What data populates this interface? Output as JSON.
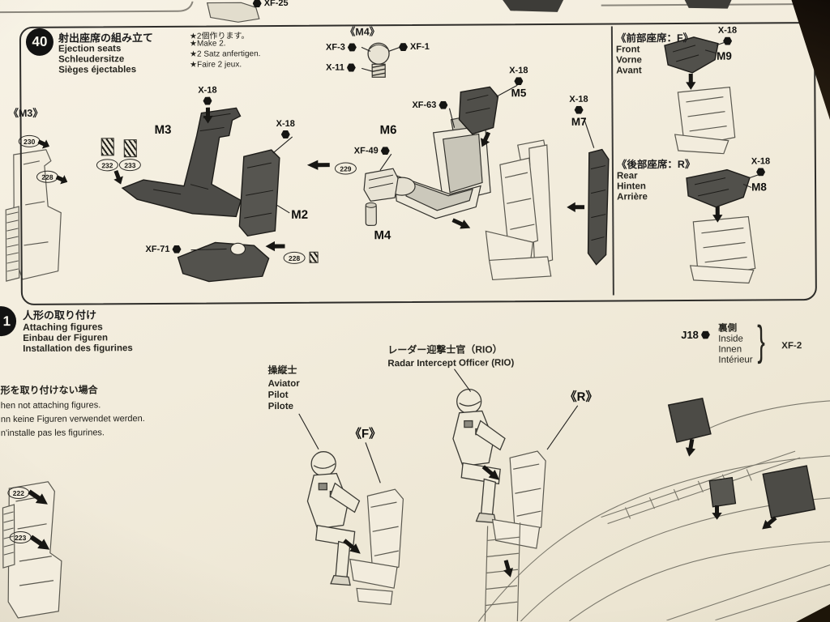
{
  "top_strip": {
    "xf25": "XF-25"
  },
  "step40": {
    "badge": "40",
    "titles": {
      "ja": "射出座席の組み立て",
      "en": "Ejection seats",
      "de": "Schleudersitze",
      "fr": "Sièges éjectables"
    },
    "notes": {
      "ja": "★2個作ります。",
      "en": "★Make 2.",
      "de": "★2 Satz anfertigen.",
      "fr": "★Faire 2 jeux."
    },
    "m4_heading": "《M4》",
    "m3_heading": "《M3》",
    "paints": {
      "xf3": "XF-3",
      "xf1": "XF-1",
      "x11": "X-11",
      "x18_a": "X-18",
      "x18_b": "X-18",
      "xf71": "XF-71",
      "xf63": "XF-63",
      "xf49": "XF-49",
      "x18_m5": "X-18",
      "x18_m7": "X-18"
    },
    "parts": {
      "m3": "M3",
      "m2": "M2",
      "m4": "M4",
      "m5": "M5",
      "m6": "M6",
      "m7": "M7"
    },
    "decals": {
      "d230": "230",
      "d228a": "228",
      "d232": "232",
      "d233": "233",
      "d229": "229",
      "d228b": "228"
    },
    "front": {
      "heading": "《前部座席：F》",
      "en": "Front",
      "de": "Vorne",
      "fr": "Avant",
      "part": "M9",
      "paint": "X-18"
    },
    "rear": {
      "heading": "《後部座席：R》",
      "en": "Rear",
      "de": "Hinten",
      "fr": "Arrière",
      "part": "M8",
      "paint": "X-18"
    }
  },
  "step41": {
    "badge": "1",
    "titles": {
      "ja": "人形の取り付け",
      "en": "Attaching figures",
      "de": "Einbau der Figuren",
      "fr": "Installation des figurines"
    },
    "skip": {
      "ja": "形を取り付けない場合",
      "en": "hen not attaching figures.",
      "de": "nn keine Figuren verwendet werden.",
      "fr": "n'installe pas les figurines."
    },
    "pilot": {
      "ja": "操縦士",
      "en": "Aviator",
      "de": "Pilot",
      "fr": "Pilote"
    },
    "rio": {
      "ja": "レーダー迎撃士官（RIO）",
      "en": "Radar Intercept Officer (RIO)"
    },
    "f_label": "《F》",
    "r_label": "《R》",
    "j18": {
      "part": "J18",
      "ja": "裏側",
      "en": "Inside",
      "de": "Innen",
      "fr": "Intérieur",
      "brace": "}",
      "paint": "XF-2"
    },
    "decals": {
      "d222": "222",
      "d223": "223"
    }
  }
}
